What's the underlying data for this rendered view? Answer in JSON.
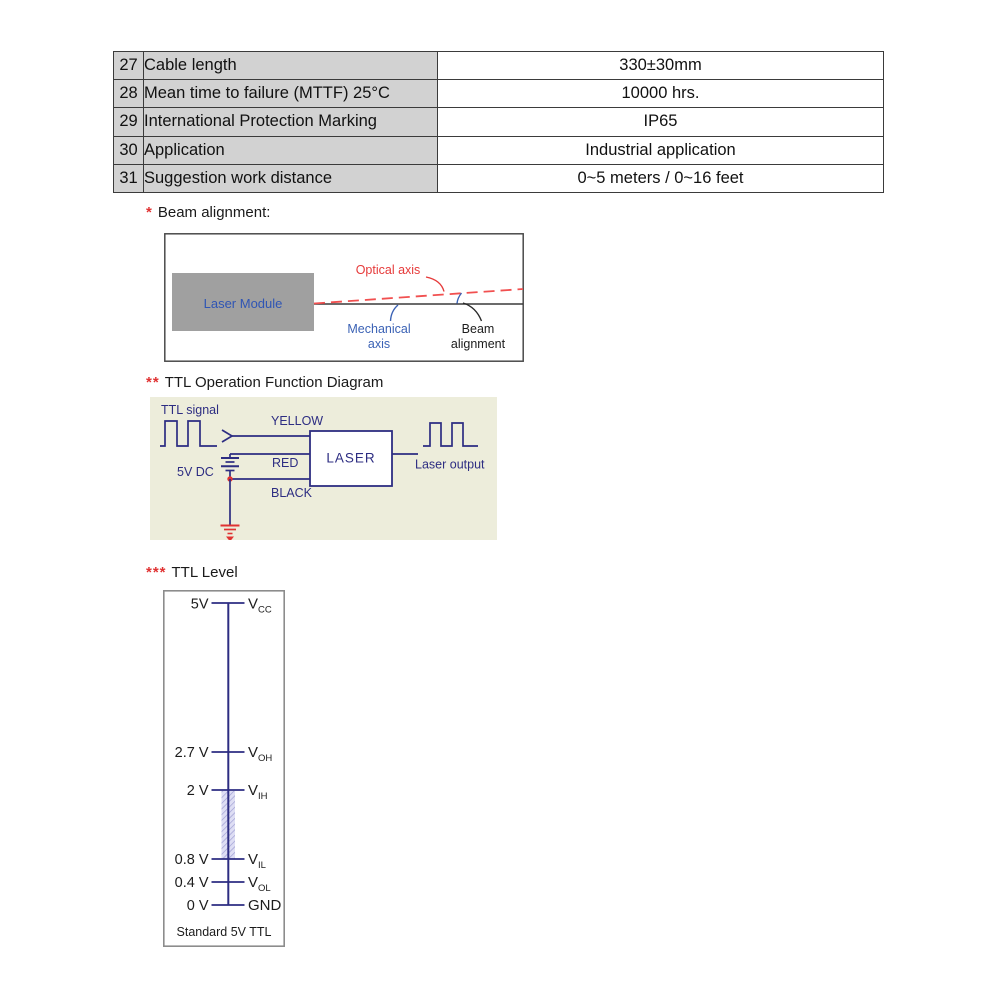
{
  "table": {
    "rows": [
      {
        "num": "27",
        "label": "Cable length",
        "value": "330±30mm"
      },
      {
        "num": "28",
        "label": "Mean time to failure (MTTF) 25°C",
        "value": "10000 hrs."
      },
      {
        "num": "29",
        "label": "International Protection Marking",
        "value": "IP65"
      },
      {
        "num": "30",
        "label": "Application",
        "value": "Industrial application"
      },
      {
        "num": "31",
        "label": "Suggestion work distance",
        "value": "0~5 meters / 0~16 feet"
      }
    ]
  },
  "sections": {
    "beam": {
      "marker": "*",
      "title": "Beam alignment:"
    },
    "ttl_operation": {
      "marker": "**",
      "title": "TTL Operation Function Diagram"
    },
    "ttl_level": {
      "marker": "***",
      "title": "TTL Level"
    }
  },
  "beam_diagram": {
    "module_label": "Laser Module",
    "optical_axis_label": "Optical axis",
    "mechanical_axis_line1": "Mechanical",
    "mechanical_axis_line2": "axis",
    "beam_alignment_line1": "Beam",
    "beam_alignment_line2": "alignment"
  },
  "ttl_operation": {
    "input_label": "TTL signal",
    "supply_label": "5V DC",
    "wire_yellow": "YELLOW",
    "wire_red": "RED",
    "wire_black": "BLACK",
    "device_label": "LASER",
    "output_label": "Laser output"
  },
  "ttl_level": {
    "levels": [
      {
        "voltage": "5V",
        "name": "V",
        "sub": "CC"
      },
      {
        "voltage": "2.7 V",
        "name": "V",
        "sub": "OH"
      },
      {
        "voltage": "2 V",
        "name": "V",
        "sub": "IH"
      },
      {
        "voltage": "0.8 V",
        "name": "V",
        "sub": "IL"
      },
      {
        "voltage": "0.4 V",
        "name": "V",
        "sub": "OL"
      },
      {
        "voltage": "0 V",
        "name": "GND",
        "sub": ""
      }
    ],
    "caption": "Standard 5V TTL"
  },
  "colors": {
    "accent_navy": "#2d2d82",
    "accent_red": "#e03232",
    "optical_red": "#f15050",
    "label_blue": "#3b62b5",
    "diagram_bg": "#ededdb",
    "table_header_bg": "#d2d2d2",
    "module_gray": "#a0a0a0",
    "forbidden_region": "#dedef4"
  }
}
